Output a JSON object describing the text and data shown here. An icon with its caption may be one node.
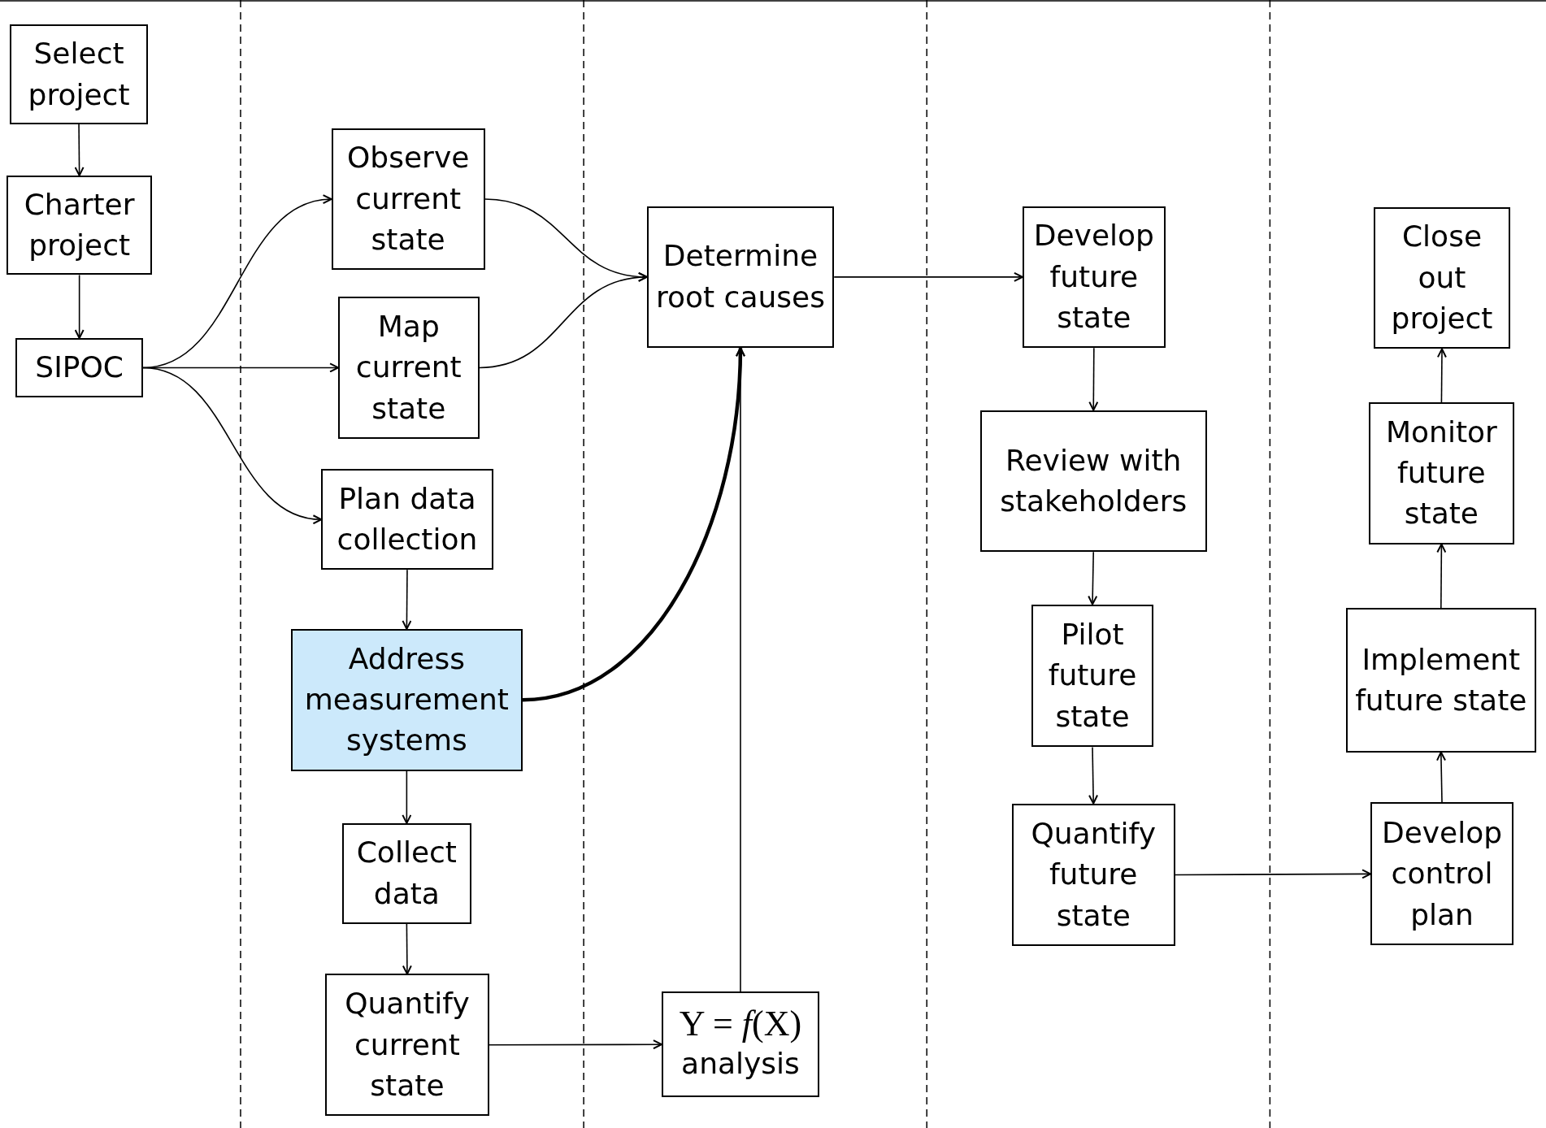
{
  "diagram": {
    "nodes": [
      {
        "text": [
          "Select project"
        ]
      },
      {
        "text": [
          "Charter project"
        ]
      },
      {
        "text": [
          "SIPOC"
        ]
      },
      {
        "text": [
          "Observe current state"
        ]
      },
      {
        "text": [
          "Map current state"
        ]
      },
      {
        "text": [
          "Plan data collection"
        ]
      },
      {
        "text": [
          "Address measurement systems"
        ]
      },
      {
        "text": [
          "Collect data"
        ]
      },
      {
        "text": [
          "Quantify current state"
        ]
      },
      {
        "text": [
          "Y = *f*(X)",
          "analysis"
        ]
      },
      {
        "text": [
          "Determine root causes"
        ]
      },
      {
        "text": [
          "Develop future state"
        ]
      },
      {
        "text": [
          "Review with stakeholders"
        ]
      },
      {
        "text": [
          "Pilot future state"
        ]
      },
      {
        "text": [
          "Quantify future state"
        ]
      },
      {
        "text": [
          "Develop control plan"
        ]
      },
      {
        "text": [
          "Implement future state"
        ]
      },
      {
        "text": [
          "Monitor future state"
        ]
      },
      {
        "text": [
          "Close out project"
        ]
      }
    ],
    "edges": [
      {
        "from": 0,
        "to": 1,
        "arrow": "to"
      },
      {
        "from": 1,
        "to": 2,
        "arrow": "to"
      },
      {
        "from": 2,
        "to": 3,
        "arrow": "to"
      },
      {
        "from": 2,
        "to": 4,
        "arrow": "to"
      },
      {
        "from": 2,
        "to": 5,
        "arrow": "to"
      },
      {
        "from": 3,
        "to": 10,
        "arrow": "to"
      },
      {
        "from": 4,
        "to": 10,
        "arrow": "to"
      },
      {
        "from": 5,
        "to": 6,
        "arrow": "to"
      },
      {
        "from": 6,
        "to": 10,
        "arrow": "to",
        "style": "thick"
      },
      {
        "from": 6,
        "to": 7,
        "arrow": "to"
      },
      {
        "from": 7,
        "to": 8,
        "arrow": "to"
      },
      {
        "from": 8,
        "to": 9,
        "arrow": "to"
      },
      {
        "from": 9,
        "to": 10,
        "arrow": "to"
      },
      {
        "from": 10,
        "to": 11,
        "arrow": "to"
      },
      {
        "from": 11,
        "to": 12,
        "arrow": "to"
      },
      {
        "from": 12,
        "to": 13,
        "arrow": "to"
      },
      {
        "from": 13,
        "to": 14,
        "arrow": "to"
      },
      {
        "from": 14,
        "to": 15,
        "arrow": "to"
      },
      {
        "from": 15,
        "to": 16,
        "arrow": "to"
      },
      {
        "from": 16,
        "to": 17,
        "arrow": "to"
      },
      {
        "from": 17,
        "to": 18,
        "arrow": "to"
      }
    ]
  }
}
